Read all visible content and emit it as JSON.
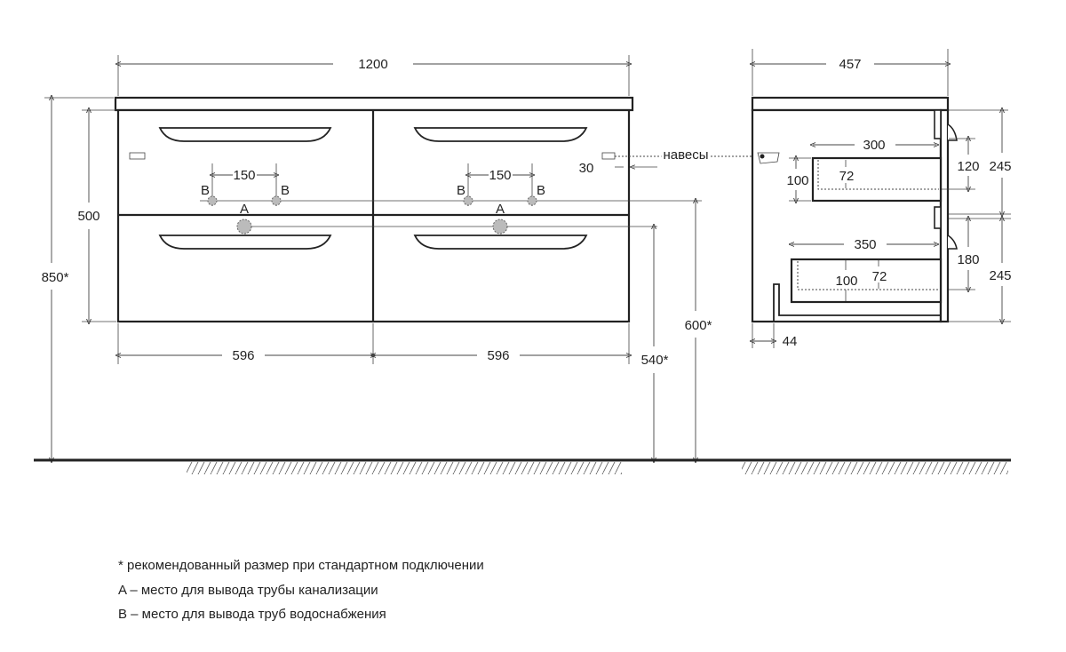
{
  "front_view": {
    "width_total": "1200",
    "height_body": "500",
    "height_total": "850*",
    "module_left": "596",
    "module_right": "596",
    "pipe_spacing_left": "150",
    "pipe_spacing_right": "150",
    "point_b": "B",
    "point_a": "A",
    "height_b": "600*",
    "height_a": "540*",
    "hanger_offset": "30",
    "hanger_label": "навесы"
  },
  "side_view": {
    "depth_total": "457",
    "upper_drawer_length": "300",
    "upper_drawer_height": "100",
    "upper_drawer_inner": "72",
    "upper_clearance": "120",
    "upper_front": "245",
    "lower_drawer_length": "350",
    "lower_drawer_height": "100",
    "lower_drawer_inner": "72",
    "lower_clearance": "180",
    "lower_front": "245",
    "plinth_offset": "44"
  },
  "legend": [
    "* рекомендованный размер при стандартном подключении",
    "A – место для вывода трубы канализации",
    "B – место для вывода труб водоснабжения"
  ]
}
